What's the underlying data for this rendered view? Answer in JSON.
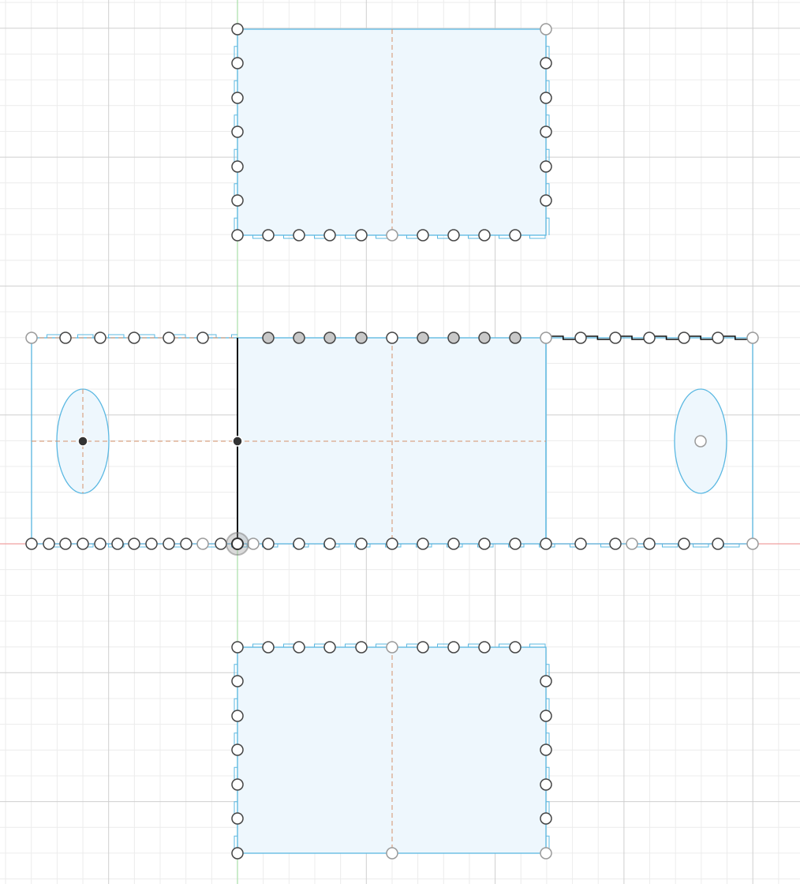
{
  "colors": {
    "background": "#ffffff",
    "grid_minor": "#ececec",
    "grid_major": "#cfcfcf",
    "axis_x": "#f0a0a0",
    "axis_y": "#a8e0a8",
    "profile_fill": "#eef7fd",
    "profile_stroke": "#5bb8e2",
    "construction_line": "#d4906a",
    "selected_line": "#111111",
    "point_stroke_dark": "#444444",
    "point_stroke_light": "#9a9a9a",
    "point_fill_selected": "#c8c8c8",
    "center_point": "#333333"
  },
  "icons": {
    "sketch_point": "hollow-circle",
    "center_point": "filled-circle",
    "snap_cursor": "halo-circle"
  }
}
